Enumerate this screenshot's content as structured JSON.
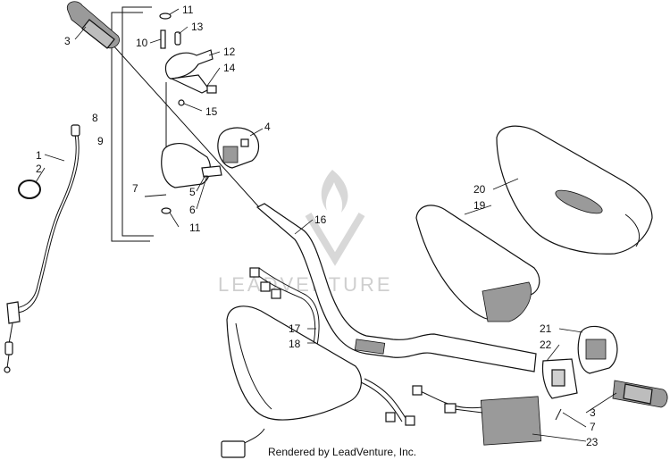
{
  "diagram": {
    "callouts": [
      "1",
      "2",
      "3",
      "4",
      "5",
      "6",
      "7",
      "8",
      "9",
      "10",
      "11",
      "12",
      "13",
      "14",
      "15",
      "16",
      "17",
      "18",
      "19",
      "20",
      "21",
      "22",
      "23"
    ],
    "watermark": "LEADVENTURE",
    "footer": "Rendered by LeadVenture, Inc.",
    "colors": {
      "line": "#111111",
      "watermark": "#cfcfcf",
      "shade": "#9a9a9a"
    }
  }
}
